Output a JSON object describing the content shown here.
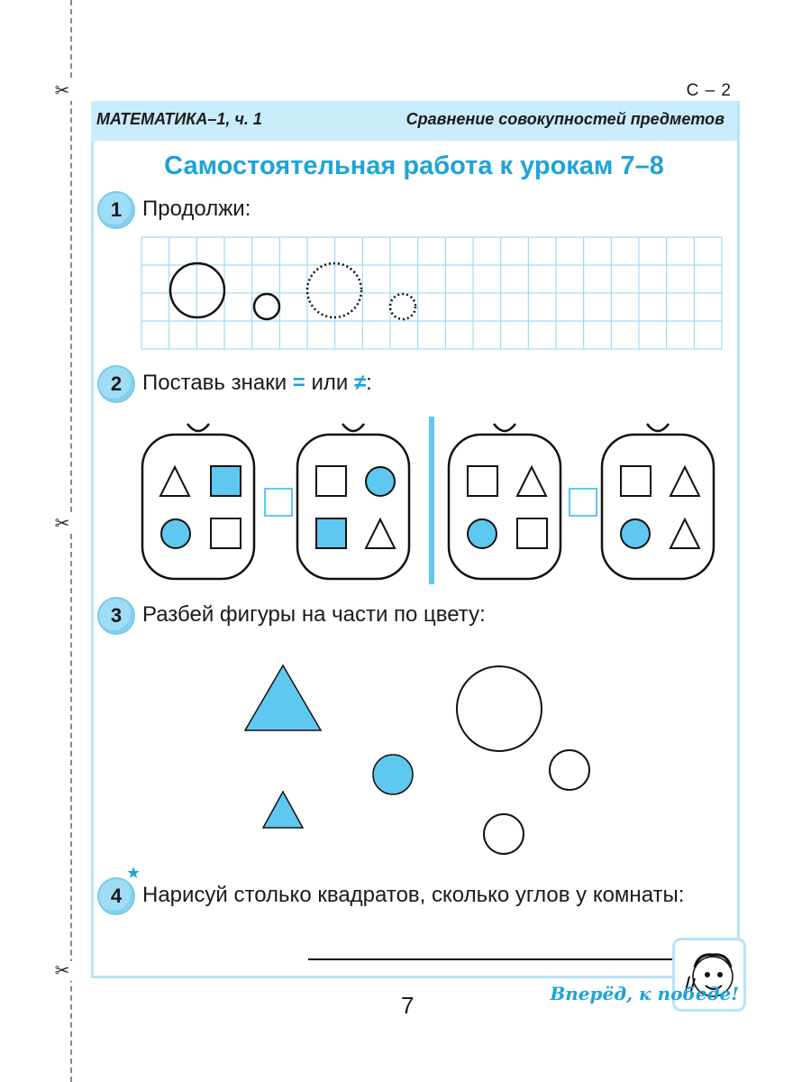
{
  "header": {
    "code": "С – 2",
    "book": "МАТЕМАТИКА–1, ч. 1",
    "topic": "Сравнение совокупностей предметов"
  },
  "title": "Самостоятельная работа к урокам 7–8",
  "tasks": [
    {
      "number": "1",
      "text": "Продолжи:"
    },
    {
      "number": "2",
      "text_before": "Поставь знаки ",
      "sign_eq": "=",
      "middle": " или ",
      "sign_neq": "≠",
      "text_after": ":"
    },
    {
      "number": "3",
      "text": "Разбей фигуры на части по цвету:"
    },
    {
      "number": "4",
      "text": "Нарисуй столько квадратов, сколько углов у комнаты:"
    }
  ],
  "motto": "Вперёд, к победе!",
  "page_number": "7",
  "icons": [
    "scissors-icon",
    "star-icon",
    "boy-icon"
  ],
  "colors": {
    "accent": "#1ea3d8",
    "fill": "#5ec8f0",
    "header": "#c9ecfb",
    "grid": "#8fd3ee"
  }
}
